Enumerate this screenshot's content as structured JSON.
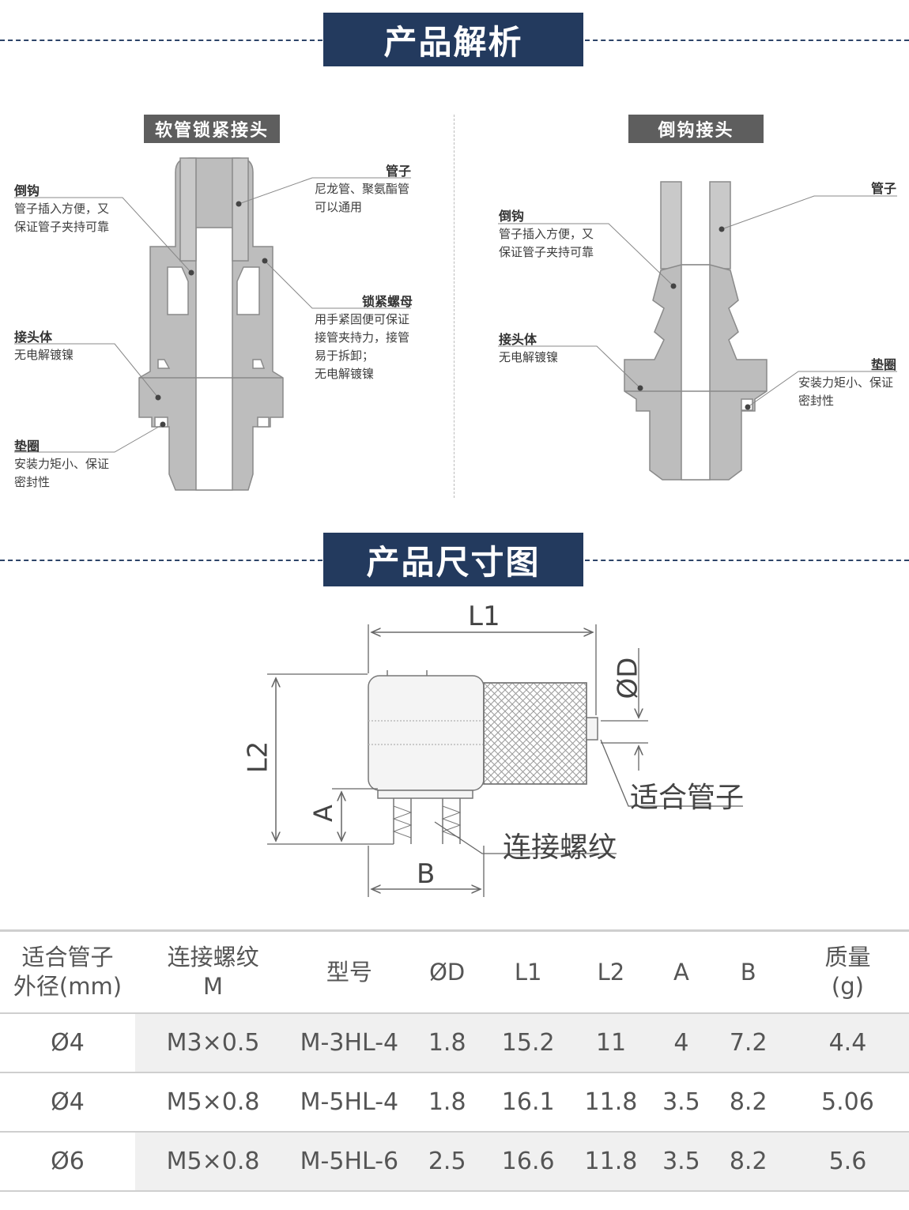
{
  "sections": {
    "analysis_title": "产品解析",
    "dimension_title": "产品尺寸图"
  },
  "left_diagram": {
    "title": "软管锁紧接头",
    "labels": {
      "hook_title": "倒钩",
      "hook_desc1": "管子插入方便，又",
      "hook_desc2": "保证管子夹持可靠",
      "tube_title": "管子",
      "tube_desc1": "尼龙管、聚氨酯管",
      "tube_desc2": "可以通用",
      "nut_title": "锁紧螺母",
      "nut_desc1": "用手紧固便可保证",
      "nut_desc2": "接管夹持力，接管",
      "nut_desc3": "易于拆卸；",
      "nut_desc4": "无电解镀镍",
      "body_title": "接头体",
      "body_desc1": "无电解镀镍",
      "washer_title": "垫圈",
      "washer_desc1": "安装力矩小、保证",
      "washer_desc2": "密封性"
    }
  },
  "right_diagram": {
    "title": "倒钩接头",
    "labels": {
      "tube_title": "管子",
      "hook_title": "倒钩",
      "hook_desc1": "管子插入方便，又",
      "hook_desc2": "保证管子夹持可靠",
      "body_title": "接头体",
      "body_desc1": "无电解镀镍",
      "washer_title": "垫圈",
      "washer_desc1": "安装力矩小、保证",
      "washer_desc2": "密封性"
    }
  },
  "dimension_drawing": {
    "L1": "L1",
    "L2": "L2",
    "OD": "ØD",
    "A": "A",
    "B": "B",
    "tube_label": "适合管子",
    "thread_label": "连接螺纹"
  },
  "table": {
    "headers": [
      {
        "line1": "适合管子",
        "line2": "外径(mm)"
      },
      {
        "line1": "连接螺纹",
        "line2": "M"
      },
      {
        "line1": "型号",
        "line2": ""
      },
      {
        "line1": "ØD",
        "line2": ""
      },
      {
        "line1": "L1",
        "line2": ""
      },
      {
        "line1": "L2",
        "line2": ""
      },
      {
        "line1": "A",
        "line2": ""
      },
      {
        "line1": "B",
        "line2": ""
      },
      {
        "line1": "质量",
        "line2": "(g)"
      }
    ],
    "rows": [
      [
        "Ø4",
        "M3×0.5",
        "M-3HL-4",
        "1.8",
        "15.2",
        "11",
        "4",
        "7.2",
        "4.4"
      ],
      [
        "Ø4",
        "M5×0.8",
        "M-5HL-4",
        "1.8",
        "16.1",
        "11.8",
        "3.5",
        "8.2",
        "5.06"
      ],
      [
        "Ø6",
        "M5×0.8",
        "M-5HL-6",
        "2.5",
        "16.6",
        "11.8",
        "3.5",
        "8.2",
        "5.6"
      ]
    ]
  },
  "colors": {
    "banner": "#233a5e",
    "subtag": "#5e5e5e",
    "metal": "#bdbdbd"
  }
}
